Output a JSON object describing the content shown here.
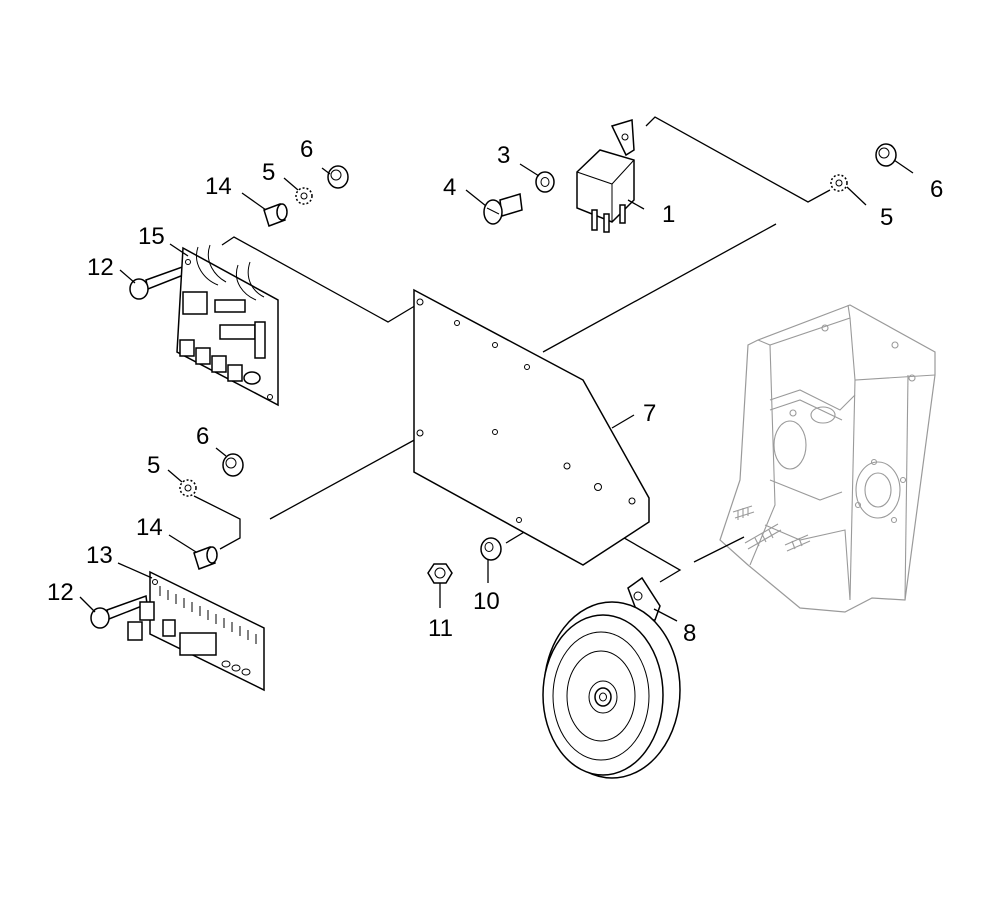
{
  "callouts": {
    "c1": "1",
    "c3": "3",
    "c4": "4",
    "c6a": "6",
    "c5a": "5",
    "c14a": "14",
    "c15": "15",
    "c12a": "12",
    "c6b": "6",
    "c5b": "5",
    "c7": "7",
    "c6c": "6",
    "c5c": "5",
    "c14b": "14",
    "c13": "13",
    "c12b": "12",
    "c10": "10",
    "c11": "11",
    "c8": "8"
  },
  "colors": {
    "line": "#000000",
    "background_part": "#9a9a9a"
  }
}
